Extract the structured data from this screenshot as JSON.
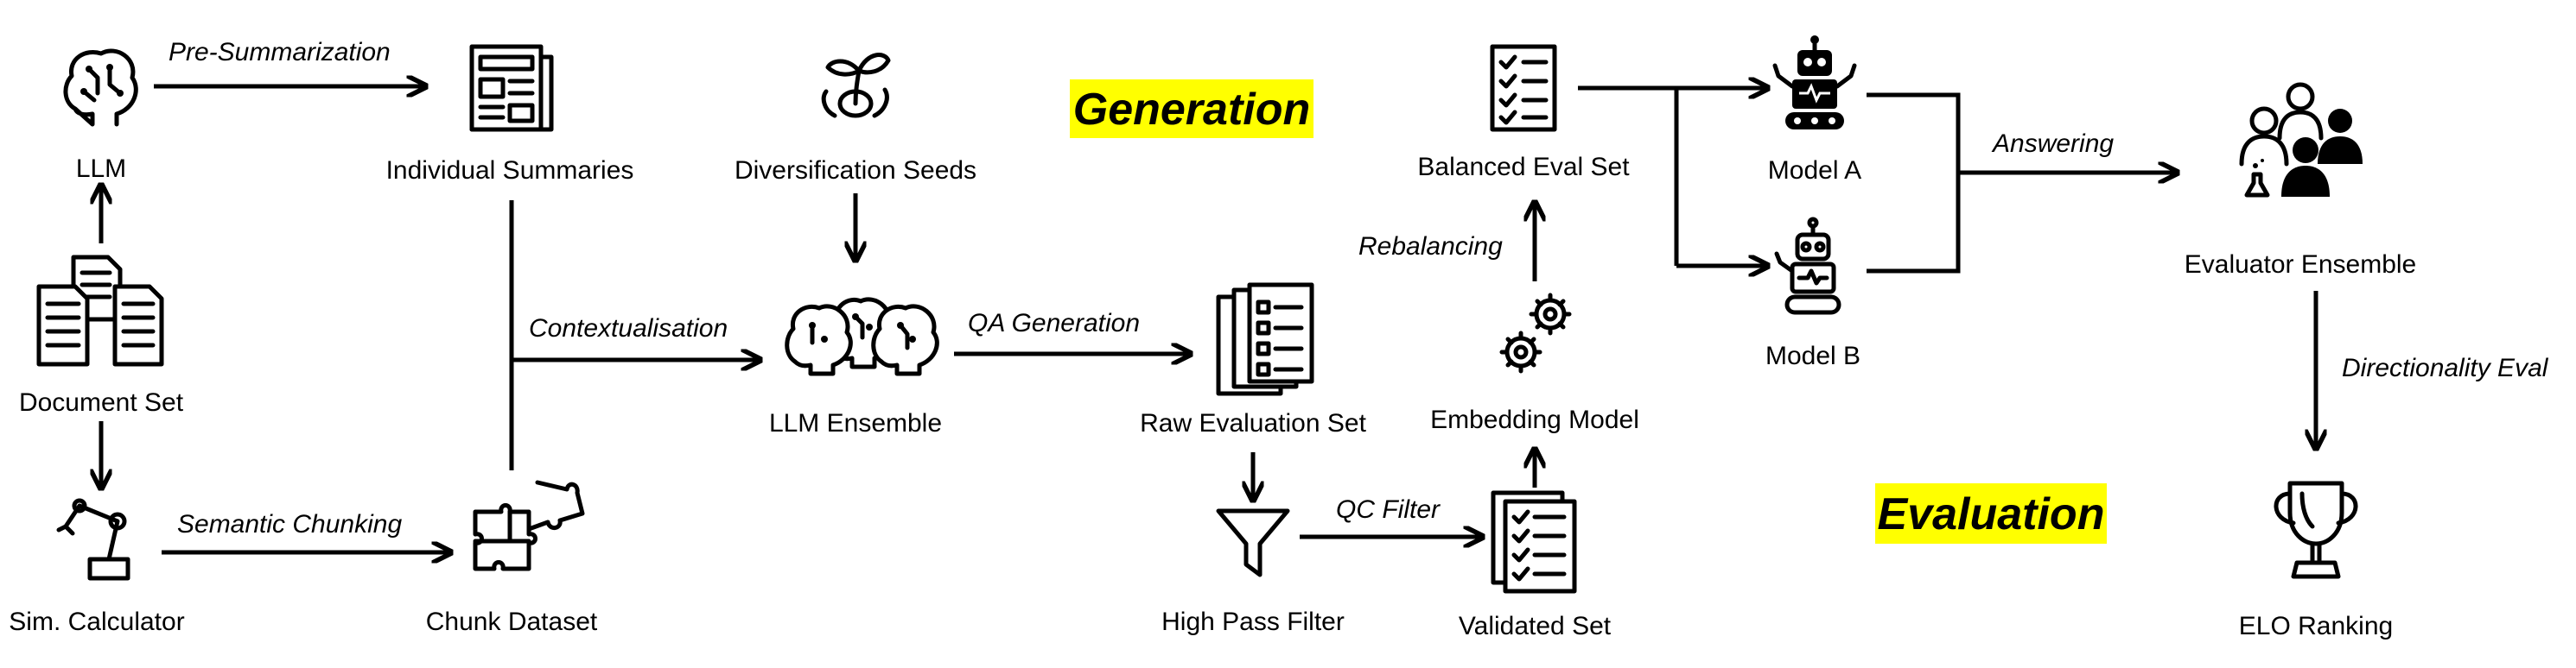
{
  "nodes": {
    "llm": "LLM",
    "document_set": "Document Set",
    "sim_calculator": "Sim. Calculator",
    "individual_summaries": "Individual Summaries",
    "chunk_dataset": "Chunk Dataset",
    "diversification_seeds": "Diversification Seeds",
    "llm_ensemble": "LLM Ensemble",
    "raw_evaluation_set": "Raw Evaluation Set",
    "high_pass_filter": "High Pass Filter",
    "validated_set": "Validated Set",
    "embedding_model": "Embedding Model",
    "balanced_eval_set": "Balanced Eval Set",
    "model_a": "Model A",
    "model_b": "Model B",
    "evaluator_ensemble": "Evaluator Ensemble",
    "elo_ranking": "ELO Ranking"
  },
  "edges": {
    "pre_summarization": "Pre-Summarization",
    "semantic_chunking": "Semantic Chunking",
    "contextualisation": "Contextualisation",
    "qa_generation": "QA Generation",
    "qc_filter": "QC Filter",
    "rebalancing": "Rebalancing",
    "answering": "Answering",
    "directionality_eval": "Directionality Eval"
  },
  "stages": {
    "generation": "Generation",
    "evaluation": "Evaluation"
  },
  "colors": {
    "stage_highlight": "#ffff00",
    "ink": "#000000"
  },
  "icons": {
    "llm": "brain-circuit-icon",
    "document_set": "documents-icon",
    "sim_calculator": "robotic-arm-icon",
    "individual_summaries": "newspaper-icon",
    "chunk_dataset": "puzzle-icon",
    "diversification_seeds": "sprout-icon",
    "llm_ensemble": "brain-ensemble-icon",
    "raw_evaluation_set": "checklist-stack-icon",
    "high_pass_filter": "funnel-icon",
    "validated_set": "validated-checklist-icon",
    "embedding_model": "gears-icon",
    "balanced_eval_set": "checklist-icon",
    "model_a": "robot-icon",
    "model_b": "robot-icon",
    "evaluator_ensemble": "scientists-icon",
    "elo_ranking": "trophy-icon"
  }
}
